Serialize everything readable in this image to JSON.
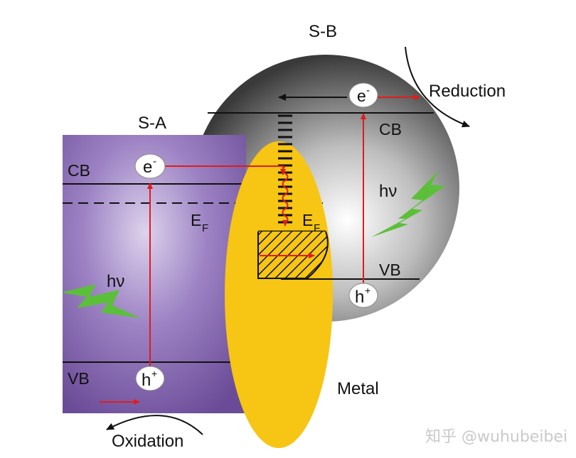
{
  "semiconductor_a": {
    "name": "S-A",
    "cb": "CB",
    "vb": "VB",
    "ef": "E",
    "ef_sub": "F",
    "photon": "hν"
  },
  "semiconductor_b": {
    "name": "S-B",
    "cb": "CB",
    "vb": "VB",
    "photon": "hν"
  },
  "metal": {
    "name": "Metal",
    "ef": "E",
    "ef_sub": "F"
  },
  "carriers": {
    "electron": "e",
    "electron_sup": "-",
    "hole": "h",
    "hole_sup": "+"
  },
  "processes": {
    "reduction": "Reduction",
    "oxidation": "Oxidation"
  },
  "watermark": "知乎 @wuhubeibei",
  "colors": {
    "sa_purple": "#7a5aa6",
    "sb_gray": "#7a7a7a",
    "metal_yellow": "#f7c513",
    "arrow_red": "#e21b1b",
    "lightning_green": "#5cbf3a"
  }
}
